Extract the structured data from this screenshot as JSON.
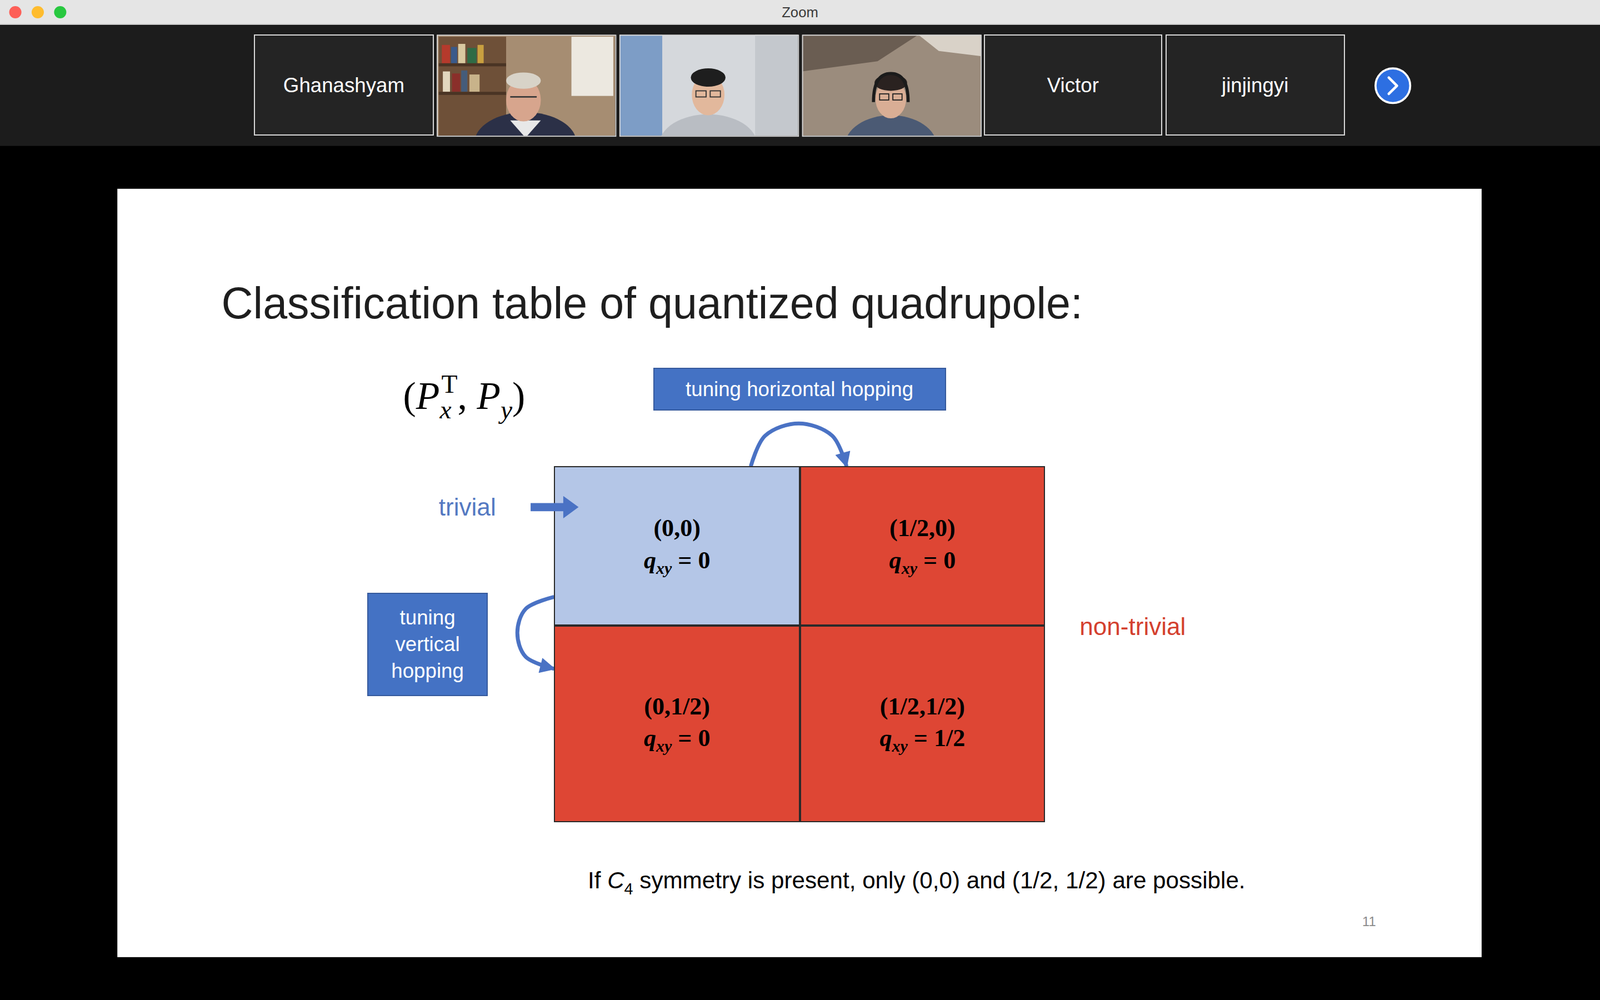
{
  "diagram": {
    "title": "Classification table of quantized quadrupole:",
    "nodes": [
      {
        "text": [
          "Ghanashyam"
        ]
      },
      {
        "text": [
          "Victor"
        ]
      },
      {
        "text": [
          "jinjingyi"
        ]
      },
      {
        "text": [
          "tuning horizontal hopping"
        ]
      },
      {
        "text": [
          "(0,0)",
          "qxy = 0"
        ]
      },
      {
        "text": [
          "(1/2,0)",
          "qxy = 0"
        ]
      },
      {
        "text": [
          "tuning vertical hopping"
        ]
      },
      {
        "text": [
          "(0,1/2)",
          "qxy = 0"
        ]
      },
      {
        "text": [
          "(1/2,1/2)",
          "qxy = 1/2"
        ]
      }
    ],
    "edges": [
      {
        "from": 4,
        "to": 5,
        "arrow": "to"
      },
      {
        "from": 4,
        "to": 7,
        "arrow": "to"
      }
    ],
    "labels": [
      "Zoom",
      "(PxT, Py)",
      "trivial",
      "non-trivial",
      "If C4 symmetry is present, only (0,0) and (1/2, 1/2) are possible.",
      "11"
    ]
  }
}
